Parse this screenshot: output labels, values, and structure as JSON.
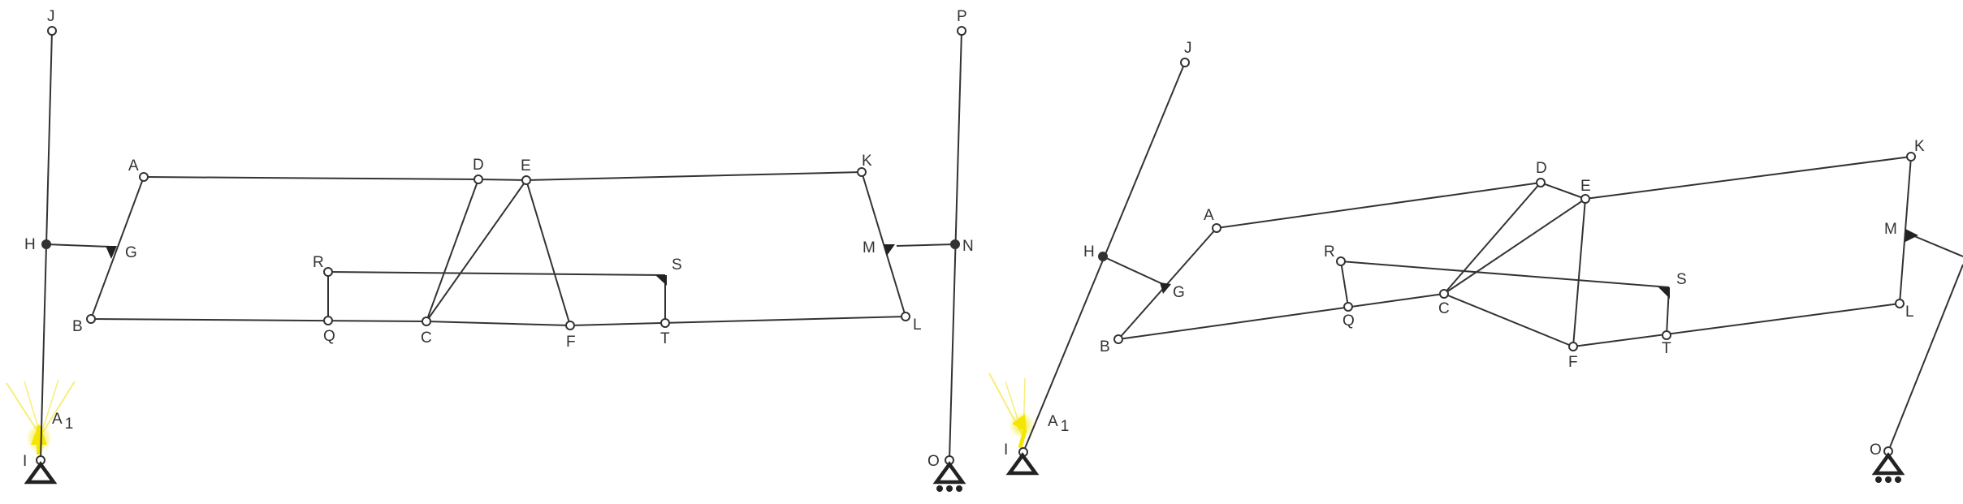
{
  "colors": {
    "line": "#333333",
    "joint_fill": "#ffffff",
    "pin_fill": "#333333",
    "support": "#222222",
    "highlight": "#f5e600",
    "highlight_ray": "#f7ee7a"
  },
  "panels": [
    {
      "name": "undeformed",
      "labels": {
        "J": "J",
        "P": "P",
        "A": "A",
        "D": "D",
        "E": "E",
        "K": "K",
        "H": "H",
        "G": "G",
        "M": "M",
        "N": "N",
        "R": "R",
        "S": "S",
        "B": "B",
        "Q": "Q",
        "C": "C",
        "F": "F",
        "T": "T",
        "L": "L",
        "A1_main": "A",
        "A1_sub": "1",
        "I": "I",
        "O": "O"
      }
    },
    {
      "name": "deformed",
      "labels": {
        "J": "J",
        "A": "A",
        "D": "D",
        "E": "E",
        "K": "K",
        "H": "H",
        "G": "G",
        "M": "M",
        "R": "R",
        "S": "S",
        "B": "B",
        "Q": "Q",
        "C": "C",
        "F": "F",
        "T": "T",
        "L": "L",
        "A1_main": "A",
        "A1_sub": "1",
        "I": "I",
        "O": "O"
      }
    }
  ]
}
